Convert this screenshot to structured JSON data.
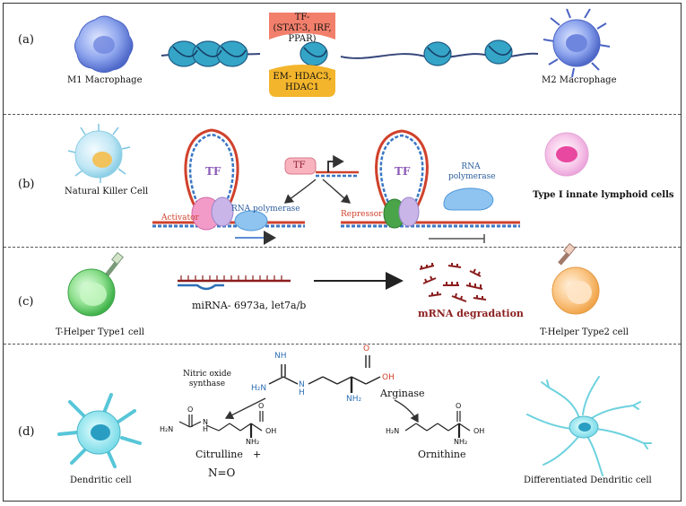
{
  "panels": [
    "(a)",
    "(b)",
    "(c)",
    "(d)"
  ],
  "a": {
    "left_cell": "M1 Macrophage",
    "right_cell": "M2 Macrophage",
    "tf_text": [
      "TF-",
      "(STAT-3, IRF,",
      "PPAR)"
    ],
    "em_text": [
      "EM- HDAC3,",
      "HDAC1"
    ],
    "colors": {
      "tf": "#f27f6b",
      "em": "#f3b52c",
      "nucleosome": "#35a5c7"
    }
  },
  "b": {
    "left_cell": "Natural Killer Cell",
    "right_cell": "Type I innate lymphoid cells",
    "tf_left": "TF",
    "tf_right": "TF",
    "tf_center": "TF",
    "activator": "Activator",
    "rna_pol_left": "RNA polymerase",
    "repressor": "Repressor",
    "rna_pol_right": [
      "RNA",
      "polymerase"
    ]
  },
  "c": {
    "left_cell": "T-Helper Type1 cell",
    "right_cell": "T-Helper Type2 cell",
    "mirna": "miRNA- 6973a, let7a/b",
    "degradation": "mRNA degradation"
  },
  "d": {
    "left_cell": "Dendritic cell",
    "right_cell": "Differentiated Dendritic cell",
    "nos": [
      "Nitric oxide",
      "synthase"
    ],
    "arginase": "Arginase",
    "citrulline": "Citrulline",
    "plus": "+",
    "no": "N=O",
    "ornithine": "Ornithine",
    "arg_atoms": {
      "nh": "NH",
      "h2n": "H₂N",
      "n": "N",
      "h": "H",
      "o": "O",
      "oh": "OH",
      "nh2": "NH₂"
    },
    "cit_atoms": {
      "o": "O",
      "h2n": "H₂N",
      "n": "N",
      "h": "H",
      "oh": "OH",
      "nh2": "NH₂",
      "o2": "O"
    },
    "orn_atoms": {
      "h2n": "H₂N",
      "oh": "OH",
      "nh2": "NH₂",
      "o": "O"
    }
  }
}
